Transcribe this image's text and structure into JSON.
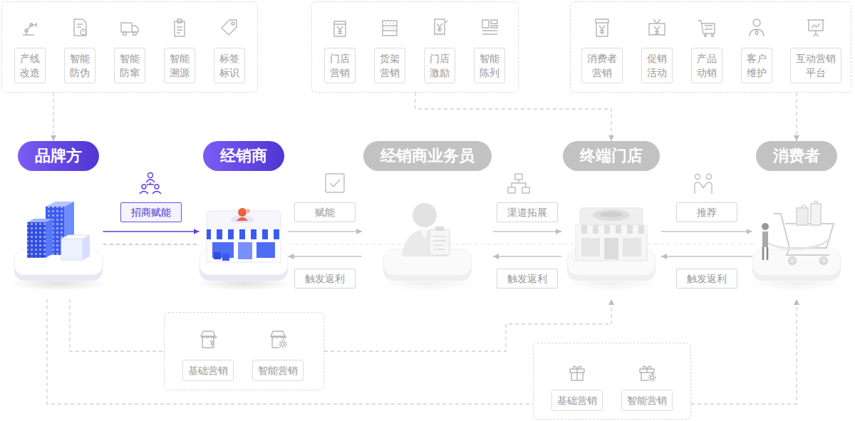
{
  "diagram": {
    "nodes": [
      {
        "text": []
      },
      {
        "text": [
          "产线 改造"
        ],
        "in": 0
      },
      {
        "text": [
          "智能 防伪"
        ],
        "in": 0
      },
      {
        "text": [
          "智能 防窜"
        ],
        "in": 0
      },
      {
        "text": [
          "智能 溯源"
        ],
        "in": 0
      },
      {
        "text": [
          "标签 标识"
        ],
        "in": 0
      },
      {
        "text": []
      },
      {
        "text": [
          "门店 营销"
        ],
        "in": 6
      },
      {
        "text": [
          "货架 营销"
        ],
        "in": 6
      },
      {
        "text": [
          "门店 激励"
        ],
        "in": 6
      },
      {
        "text": [
          "智能 陈列"
        ],
        "in": 6
      },
      {
        "text": []
      },
      {
        "text": [
          "消费者 营销"
        ],
        "in": 11
      },
      {
        "text": [
          "促销 活动"
        ],
        "in": 11
      },
      {
        "text": [
          "产品 动销"
        ],
        "in": 11
      },
      {
        "text": [
          "客户 维护"
        ],
        "in": 11
      },
      {
        "text": [
          "互动营销 平台"
        ],
        "in": 11
      },
      {
        "text": [
          "品牌方"
        ]
      },
      {
        "text": [
          "经销商"
        ]
      },
      {
        "text": [
          "经销商业务员"
        ]
      },
      {
        "text": [
          "终端门店"
        ]
      },
      {
        "text": [
          "消费者"
        ]
      },
      {
        "text": []
      },
      {
        "text": [
          "基础营销"
        ],
        "in": 22
      },
      {
        "text": [
          "智能营销"
        ],
        "in": 22
      },
      {
        "text": []
      },
      {
        "text": [
          "基础营销"
        ],
        "in": 25
      },
      {
        "text": [
          "智能营销"
        ],
        "in": 25
      }
    ],
    "edges": [
      {
        "from": 0,
        "to": 17,
        "arrow": "to"
      },
      {
        "from": 6,
        "to": 20,
        "arrow": "to"
      },
      {
        "from": 11,
        "to": 21,
        "arrow": "to"
      },
      {
        "from": 17,
        "to": 18,
        "label": "招商赋能",
        "arrow": "to"
      },
      {
        "from": 18,
        "to": 19,
        "label": "赋能",
        "arrow": "to"
      },
      {
        "from": 19,
        "to": 18,
        "label": "触发返利",
        "arrow": "to"
      },
      {
        "from": 19,
        "to": 20,
        "label": "渠道拓展",
        "arrow": "to"
      },
      {
        "from": 20,
        "to": 19,
        "label": "触发返利",
        "arrow": "to"
      },
      {
        "from": 20,
        "to": 21,
        "label": "推荐",
        "arrow": "to"
      },
      {
        "from": 21,
        "to": 20,
        "label": "触发返利",
        "arrow": "to"
      },
      {
        "from": 17,
        "to": 22,
        "arrow": "none"
      },
      {
        "from": 22,
        "to": 20,
        "arrow": "to"
      },
      {
        "from": 17,
        "to": 25,
        "arrow": "none"
      },
      {
        "from": 25,
        "to": 21,
        "arrow": "to"
      }
    ]
  }
}
